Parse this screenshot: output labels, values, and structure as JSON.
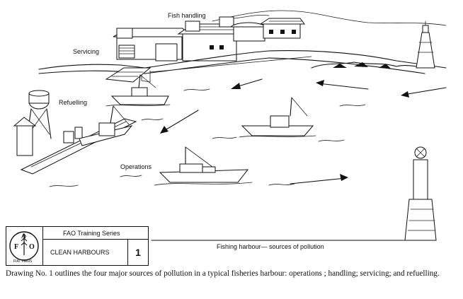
{
  "labels": {
    "fish_handling": "Fish handling",
    "servicing": "Servicing",
    "refuelling": "Refuelling",
    "operations": "Operations",
    "subtitle": "Fishing harbour— sources of pollution"
  },
  "series_box": {
    "series": "FAO Training Series",
    "title": "CLEAN HARBOURS",
    "number": "1",
    "logo_letters": [
      "F",
      "A",
      "O"
    ],
    "logo_text": "FIAT PANIS"
  },
  "caption": "Drawing No. 1 outlines the four major sources of pollution in a typical fisheries harbour: operations ; handling; servicing; and refuelling."
}
